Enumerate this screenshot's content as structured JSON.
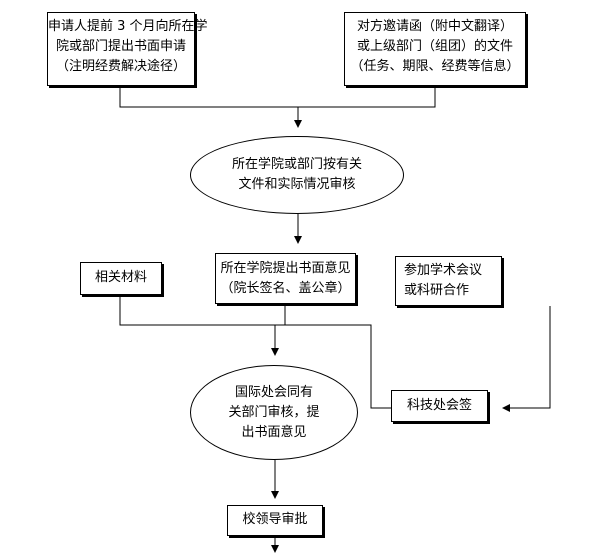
{
  "nodes": {
    "apply": {
      "lines": [
        "申请人提前 3 个月向所在学",
        "院或部门提出书面申请",
        "（注明经费解决途径）"
      ]
    },
    "invitation": {
      "lines": [
        "对方邀请函（附中文翻译）",
        "或上级部门（组团）的文件",
        "（任务、期限、经费等信息）"
      ]
    },
    "review": {
      "lines": [
        "所在学院或部门按有关",
        "文件和实际情况审核"
      ]
    },
    "materials": {
      "lines": [
        "相关材料"
      ]
    },
    "opinion": {
      "lines": [
        "所在学院提出书面意见",
        "（院长签名、盖公章）"
      ]
    },
    "academic": {
      "lines": [
        "参加学术会议",
        "或科研合作"
      ]
    },
    "intl": {
      "lines": [
        "国际处会同有",
        "关部门审核，提",
        "出书面意见"
      ]
    },
    "scitech": {
      "lines": [
        "科技处会签"
      ]
    },
    "leader": {
      "lines": [
        "校领导审批"
      ]
    }
  }
}
